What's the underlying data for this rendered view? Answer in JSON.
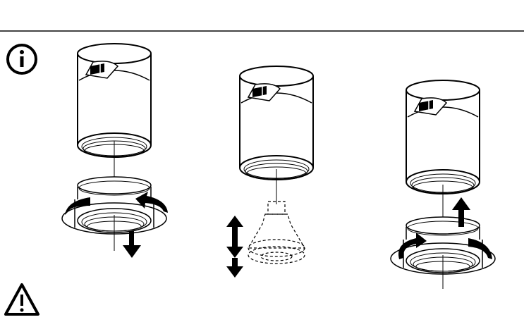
{
  "icons": {
    "info": "info-circle-icon",
    "warning": "warning-triangle-icon"
  },
  "steps": [
    {
      "description_icon": "unscrew-ring-step"
    },
    {
      "description_icon": "replace-bulb-step"
    },
    {
      "description_icon": "screw-ring-step"
    }
  ],
  "colors": {
    "ink": "#000000",
    "background": "#ffffff",
    "rule": "#444444"
  }
}
